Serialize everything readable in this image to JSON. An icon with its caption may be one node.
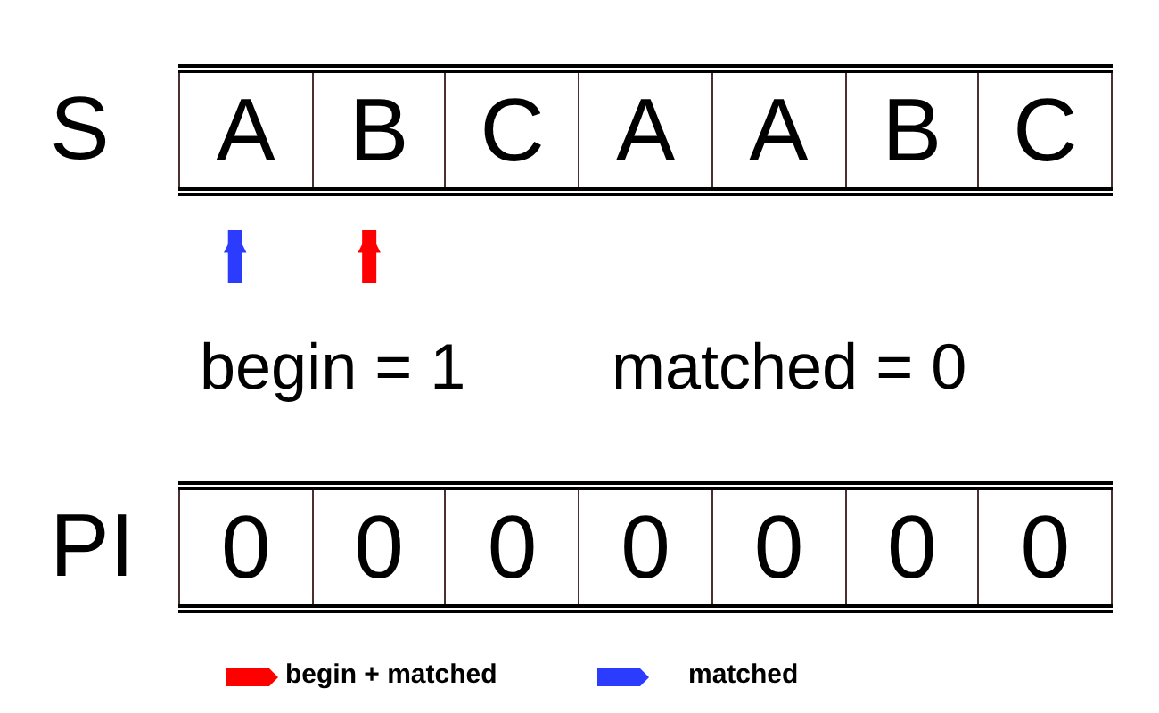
{
  "diagram": {
    "nodes": [
      {
        "text": [
          "S"
        ]
      },
      {
        "text": [
          "A"
        ],
        "in": 0
      },
      {
        "text": [
          "B"
        ],
        "in": 0
      },
      {
        "text": [
          "C"
        ],
        "in": 0
      },
      {
        "text": [
          "A"
        ],
        "in": 0
      },
      {
        "text": [
          "A"
        ],
        "in": 0
      },
      {
        "text": [
          "B"
        ],
        "in": 0
      },
      {
        "text": [
          "C"
        ],
        "in": 0
      },
      {
        "text": [
          "PI"
        ]
      },
      {
        "text": [
          "0"
        ],
        "in": 8
      },
      {
        "text": [
          "0"
        ],
        "in": 8
      },
      {
        "text": [
          "0"
        ],
        "in": 8
      },
      {
        "text": [
          "0"
        ],
        "in": 8
      },
      {
        "text": [
          "0"
        ],
        "in": 8
      },
      {
        "text": [
          "0"
        ],
        "in": 8
      },
      {
        "text": [
          "0"
        ],
        "in": 8
      }
    ],
    "edges": [
      {
        "from": null,
        "to": 1,
        "arrow": "to",
        "color": "#2b3cff"
      },
      {
        "from": null,
        "to": 2,
        "arrow": "to",
        "color": "#ff0000"
      }
    ],
    "labels": [
      "begin = 1",
      "matched = 0"
    ],
    "legend": [
      {
        "text": "begin + matched",
        "color": "#ff0000"
      },
      {
        "text": "matched",
        "color": "#2b3cff"
      }
    ]
  }
}
